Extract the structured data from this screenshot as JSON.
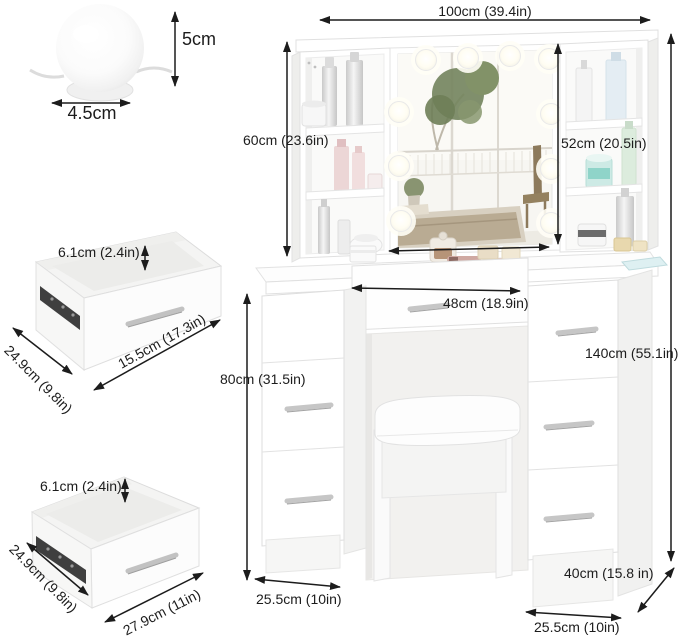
{
  "bulb": {
    "height_label": "5cm",
    "width_label": "4.5cm"
  },
  "vanity": {
    "overall_width": "100cm (39.4in)",
    "hutch_left_height": "60cm (23.6in)",
    "hutch_right_height": "52cm (20.5in)",
    "center_drawer_width": "48cm (18.9in)",
    "desk_height": "80cm (31.5in)",
    "overall_height": "140cm (55.1in)",
    "left_cabinet_width": "25.5cm (10in)",
    "cabinet_depth": "40cm (15.8 in)",
    "right_cabinet_width": "25.5cm (10in)"
  },
  "small_drawer": {
    "height_label": "6.1cm (2.4in)",
    "depth_label": "24.9cm (9.8in)",
    "width_label": "15.5cm (17.3in)"
  },
  "large_drawer": {
    "height_label": "6.1cm (2.4in)",
    "depth_label": "24.9cm (9.8in)",
    "width_label": "27.9cm (11in)"
  },
  "colors": {
    "dimension_line": "#1c1c1c",
    "furniture": "#ffffff",
    "background": "#ffffff"
  }
}
